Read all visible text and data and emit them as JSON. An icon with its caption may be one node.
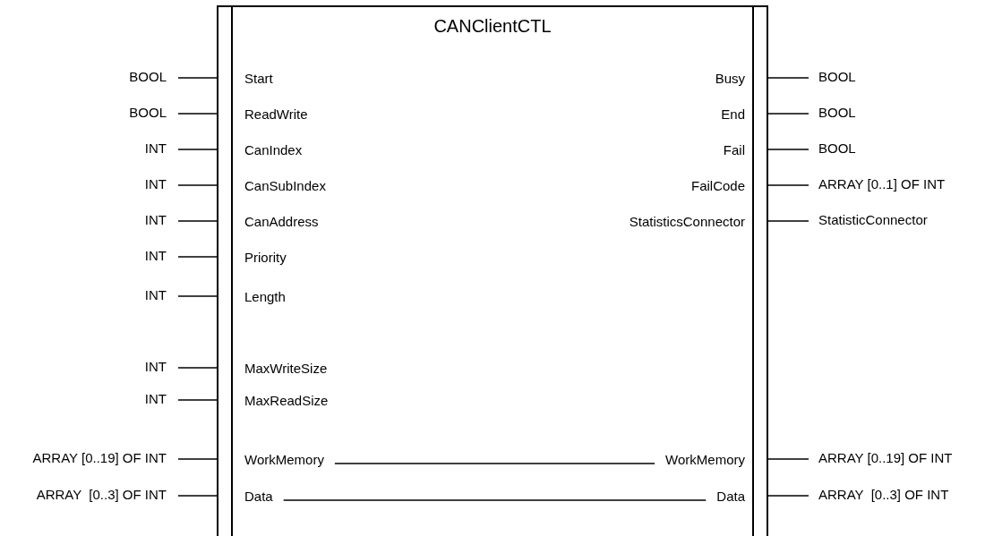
{
  "diagram": {
    "nodes": [
      {
        "text": [
          "CANClientCTL"
        ]
      },
      {
        "text": [
          "BOOL"
        ]
      },
      {
        "text": [
          "Start"
        ],
        "in": 0
      },
      {
        "text": [
          "BOOL"
        ]
      },
      {
        "text": [
          "ReadWrite"
        ],
        "in": 0
      },
      {
        "text": [
          "INT"
        ]
      },
      {
        "text": [
          "CanIndex"
        ],
        "in": 0
      },
      {
        "text": [
          "INT"
        ]
      },
      {
        "text": [
          "CanSubIndex"
        ],
        "in": 0
      },
      {
        "text": [
          "INT"
        ]
      },
      {
        "text": [
          "CanAddress"
        ],
        "in": 0
      },
      {
        "text": [
          "INT"
        ]
      },
      {
        "text": [
          "Priority"
        ],
        "in": 0
      },
      {
        "text": [
          "INT"
        ]
      },
      {
        "text": [
          "Length"
        ],
        "in": 0
      },
      {
        "text": [
          "INT"
        ]
      },
      {
        "text": [
          "MaxWriteSize"
        ],
        "in": 0
      },
      {
        "text": [
          "INT"
        ]
      },
      {
        "text": [
          "MaxReadSize"
        ],
        "in": 0
      },
      {
        "text": [
          "ARRAY [0..19] OF INT"
        ]
      },
      {
        "text": [
          "WorkMemory"
        ],
        "in": 0
      },
      {
        "text": [
          "ARRAY  [0..3] OF INT"
        ]
      },
      {
        "text": [
          "Data"
        ],
        "in": 0
      },
      {
        "text": [
          "Busy"
        ],
        "in": 0
      },
      {
        "text": [
          "BOOL"
        ]
      },
      {
        "text": [
          "End"
        ],
        "in": 0
      },
      {
        "text": [
          "BOOL"
        ]
      },
      {
        "text": [
          "Fail"
        ],
        "in": 0
      },
      {
        "text": [
          "BOOL"
        ]
      },
      {
        "text": [
          "FailCode"
        ],
        "in": 0
      },
      {
        "text": [
          "ARRAY [0..1] OF INT"
        ]
      },
      {
        "text": [
          "StatisticsConnector"
        ],
        "in": 0
      },
      {
        "text": [
          "StatisticConnector"
        ]
      },
      {
        "text": [
          "WorkMemory"
        ],
        "in": 0
      },
      {
        "text": [
          "ARRAY [0..19] OF INT"
        ]
      },
      {
        "text": [
          "Data"
        ],
        "in": 0
      },
      {
        "text": [
          "ARRAY  [0..3] OF INT"
        ]
      }
    ],
    "edges": [
      {
        "from": 1,
        "to": 2,
        "arrow": "none"
      },
      {
        "from": 3,
        "to": 4,
        "arrow": "none"
      },
      {
        "from": 5,
        "to": 6,
        "arrow": "none"
      },
      {
        "from": 7,
        "to": 8,
        "arrow": "none"
      },
      {
        "from": 9,
        "to": 10,
        "arrow": "none"
      },
      {
        "from": 11,
        "to": 12,
        "arrow": "none"
      },
      {
        "from": 13,
        "to": 14,
        "arrow": "none"
      },
      {
        "from": 15,
        "to": 16,
        "arrow": "none"
      },
      {
        "from": 17,
        "to": 18,
        "arrow": "none"
      },
      {
        "from": 19,
        "to": 20,
        "arrow": "none"
      },
      {
        "from": 21,
        "to": 22,
        "arrow": "none"
      },
      {
        "from": 23,
        "to": 24,
        "arrow": "none"
      },
      {
        "from": 25,
        "to": 26,
        "arrow": "none"
      },
      {
        "from": 27,
        "to": 28,
        "arrow": "none"
      },
      {
        "from": 29,
        "to": 30,
        "arrow": "none"
      },
      {
        "from": 31,
        "to": 32,
        "arrow": "none"
      },
      {
        "from": 33,
        "to": 34,
        "arrow": "none"
      },
      {
        "from": 35,
        "to": 36,
        "arrow": "none"
      },
      {
        "from": 20,
        "to": 33,
        "arrow": "none"
      },
      {
        "from": 22,
        "to": 35,
        "arrow": "none"
      }
    ]
  }
}
